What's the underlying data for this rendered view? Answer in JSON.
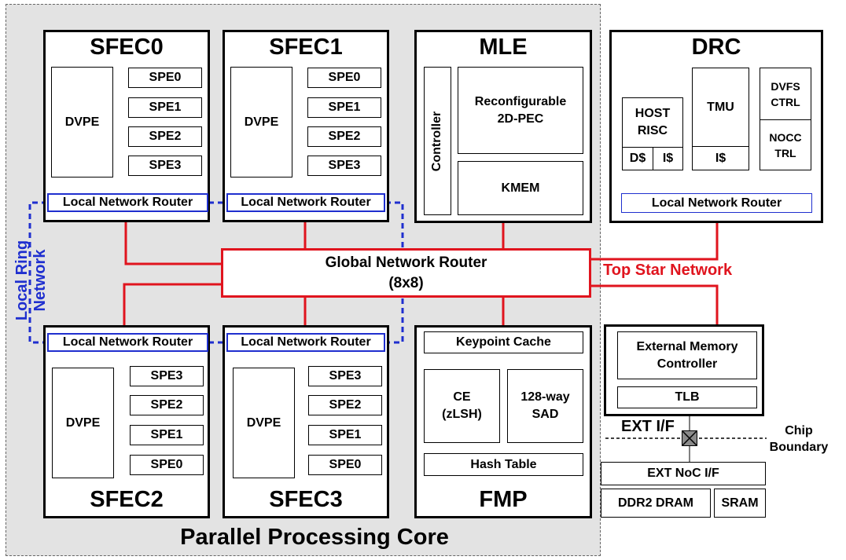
{
  "ppc": {
    "label": "Parallel Processing Core"
  },
  "sfec": [
    {
      "title": "SFEC0",
      "dvpe": "DVPE",
      "spes": [
        "SPE0",
        "SPE1",
        "SPE2",
        "SPE3"
      ],
      "router": "Local Network Router"
    },
    {
      "title": "SFEC1",
      "dvpe": "DVPE",
      "spes": [
        "SPE0",
        "SPE1",
        "SPE2",
        "SPE3"
      ],
      "router": "Local Network Router"
    },
    {
      "title": "SFEC2",
      "dvpe": "DVPE",
      "spes": [
        "SPE3",
        "SPE2",
        "SPE1",
        "SPE0"
      ],
      "router": "Local Network Router"
    },
    {
      "title": "SFEC3",
      "dvpe": "DVPE",
      "spes": [
        "SPE3",
        "SPE2",
        "SPE1",
        "SPE0"
      ],
      "router": "Local Network Router"
    }
  ],
  "mle": {
    "title": "MLE",
    "controller": "Controller",
    "pec_line1": "Reconfigurable",
    "pec_line2": "2D-PEC",
    "kmem": "KMEM"
  },
  "drc": {
    "title": "DRC",
    "host_line1": "HOST",
    "host_line2": "RISC",
    "dcache": "D$",
    "icache": "I$",
    "tmu": "TMU",
    "tmu_icache": "I$",
    "dvfs_line1": "DVFS",
    "dvfs_line2": "CTRL",
    "nocc_line1": "NOCC",
    "nocc_line2": "TRL",
    "router": "Local Network Router"
  },
  "gnr": {
    "line1": "Global Network Router",
    "line2": "(8x8)"
  },
  "fmp": {
    "title": "FMP",
    "keypoint": "Keypoint Cache",
    "ce_line1": "CE",
    "ce_line2": "(zLSH)",
    "sad_line1": "128-way",
    "sad_line2": "SAD",
    "hash": "Hash Table"
  },
  "emc": {
    "line1": "External Memory",
    "line2": "Controller",
    "tlb": "TLB"
  },
  "ext": {
    "if_label": "EXT I/F",
    "chip_line1": "Chip",
    "chip_line2": "Boundary",
    "noc_if": "EXT NoC I/F",
    "ddr": "DDR2 DRAM",
    "sram": "SRAM"
  },
  "labels": {
    "ring": "Local Ring Network",
    "star": "Top Star Network"
  },
  "colors": {
    "ring": "#1f2fcf",
    "star": "#e0141e",
    "ppc_bg": "#e3e3e3"
  }
}
